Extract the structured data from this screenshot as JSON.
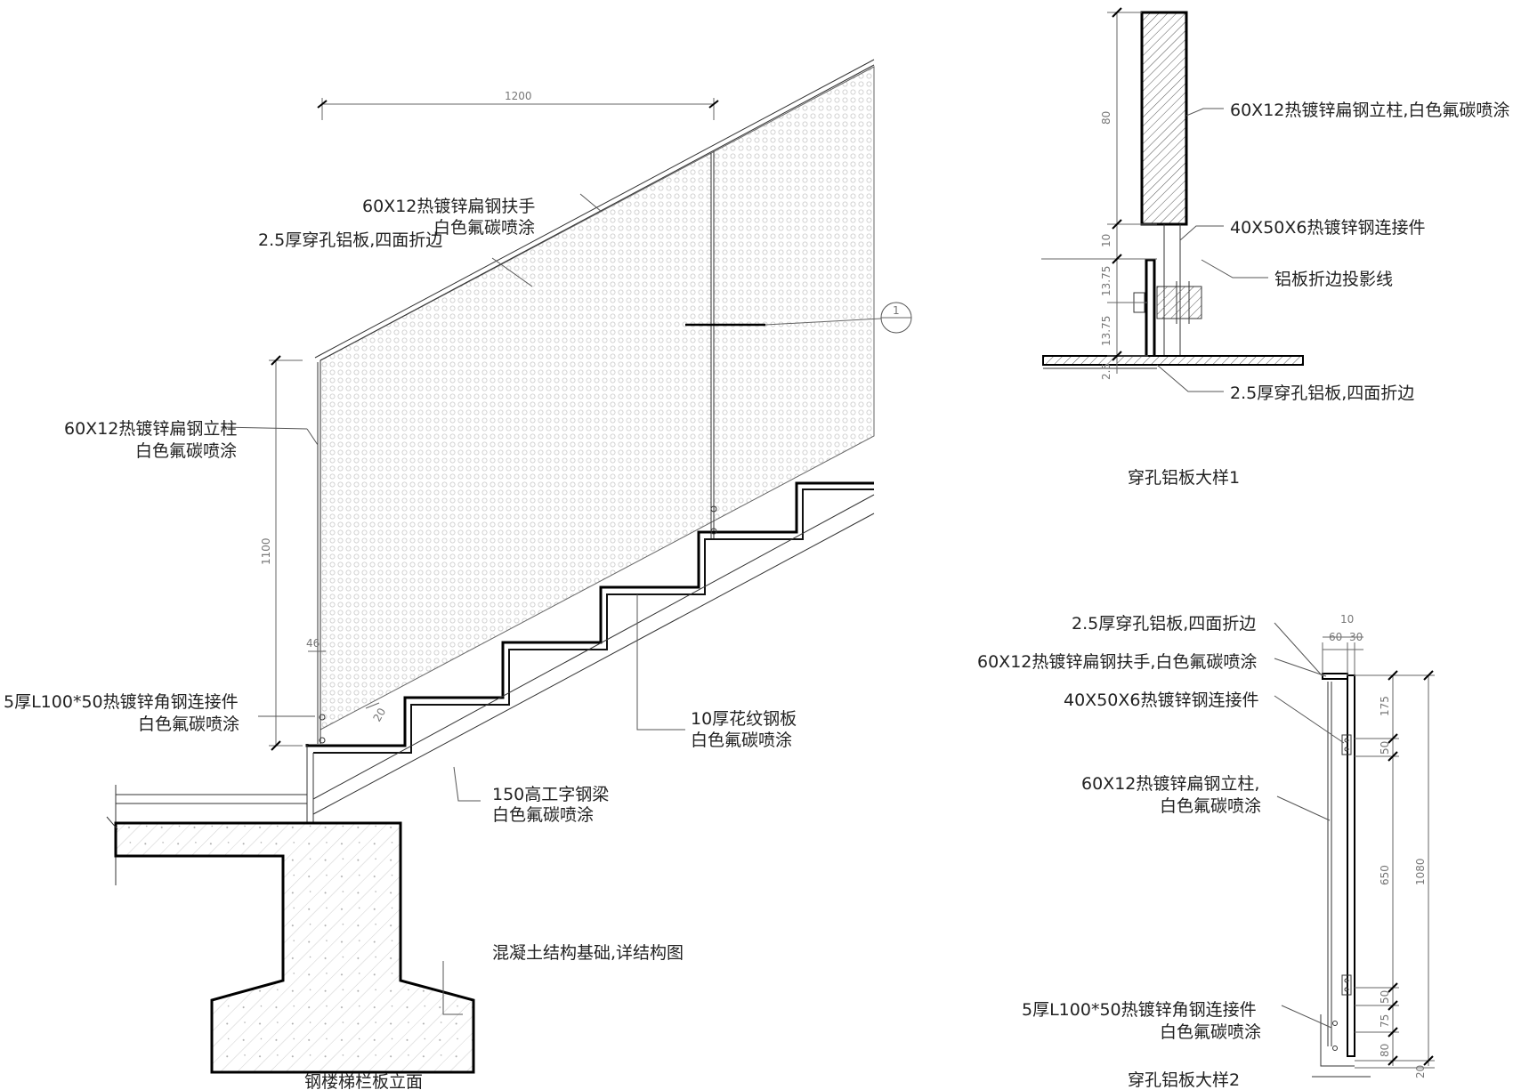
{
  "main_view": {
    "title": "钢楼梯栏板立面",
    "dims": {
      "width_1200": "1200",
      "height_1100": "1100",
      "offset_46": "46",
      "offset_20": "20"
    },
    "section_mark": "1",
    "labels": {
      "handrail_1": "60X12热镀锌扁钢扶手",
      "handrail_2": "白色氟碳喷涂",
      "panel": "2.5厚穿孔铝板,四面折边",
      "post_1": "60X12热镀锌扁钢立柱",
      "post_2": "白色氟碳喷涂",
      "angle_1": "5厚L100*50热镀锌角钢连接件",
      "angle_2": "白色氟碳喷涂",
      "checker_1": "10厚花纹钢板",
      "checker_2": "白色氟碳喷涂",
      "beam_1": "150高工字钢梁",
      "beam_2": "白色氟碳喷涂",
      "foundation": "混凝土结构基础,详结构图"
    }
  },
  "detail_1": {
    "title": "穿孔铝板大样1",
    "dims": {
      "d80": "80",
      "d10": "10",
      "d13a": "13.75",
      "d13b": "13.75",
      "d25": "2.5"
    },
    "labels": {
      "post": "60X12热镀锌扁钢立柱,白色氟碳喷涂",
      "connector": "40X50X6热镀锌钢连接件",
      "projection": "铝板折边投影线",
      "panel": "2.5厚穿孔铝板,四面折边"
    }
  },
  "detail_2": {
    "title": "穿孔铝板大样2",
    "dims": {
      "d10": "10",
      "d60": "60",
      "d30": "30",
      "d175": "175",
      "d50a": "50",
      "d650": "650",
      "d1080": "1080",
      "d50b": "50",
      "d75": "75",
      "d80": "80",
      "d20": "20"
    },
    "labels": {
      "panel": "2.5厚穿孔铝板,四面折边",
      "handrail": "60X12热镀锌扁钢扶手,白色氟碳喷涂",
      "connector": "40X50X6热镀锌钢连接件",
      "post_1": "60X12热镀锌扁钢立柱,",
      "post_2": "白色氟碳喷涂",
      "angle_1": "5厚L100*50热镀锌角钢连接件",
      "angle_2": "白色氟碳喷涂"
    }
  }
}
